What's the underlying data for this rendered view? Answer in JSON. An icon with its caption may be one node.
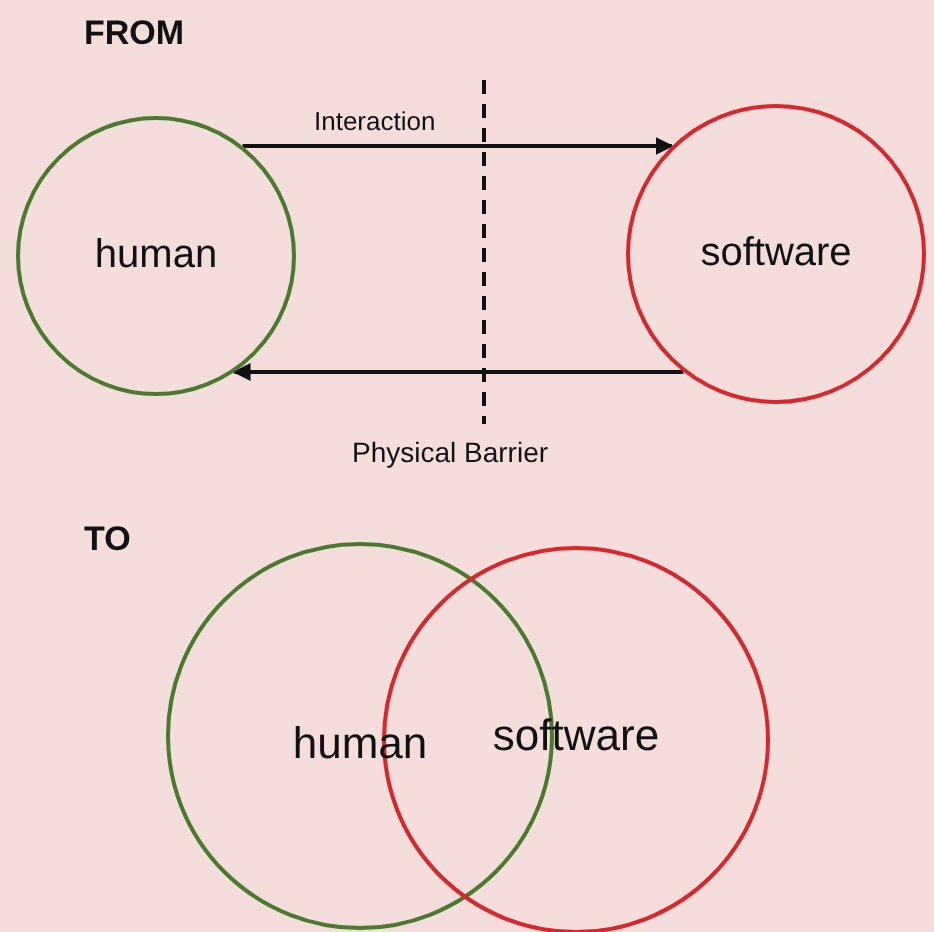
{
  "diagram": {
    "nodes": [
      {
        "text": [
          "human"
        ]
      },
      {
        "text": [
          "software"
        ]
      },
      {
        "text": [
          "human"
        ]
      },
      {
        "text": [
          "software"
        ]
      }
    ],
    "edges": [
      {
        "from": 0,
        "to": 1,
        "label": "Interaction",
        "arrow": "to"
      },
      {
        "from": 1,
        "to": 0,
        "arrow": "to"
      }
    ],
    "labels": [
      "FROM",
      "Physical Barrier",
      "TO"
    ]
  }
}
